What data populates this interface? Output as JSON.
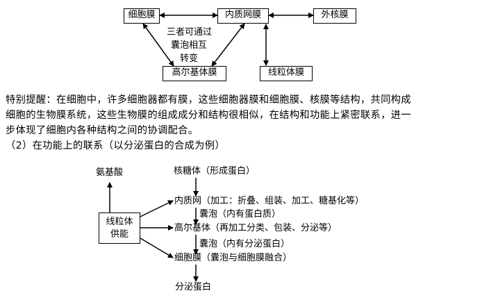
{
  "membrane_diagram": {
    "cell_membrane": "细胞膜",
    "er_membrane": "内质网膜",
    "outer_nuclear_membrane": "外核膜",
    "golgi_membrane": "高尔基体膜",
    "mito_membrane": "线粒体膜",
    "note_line1": "三者可通过",
    "note_line2": "囊泡相互",
    "note_line3": "转变"
  },
  "text": {
    "line1": "特别提醒：在细胞中，许多细胞器都有膜，这些细胞器膜和细胞膜、核膜等结构，共同构成",
    "line2": "细胞的生物膜系统，这些生物膜的组成成分和结构很相似，在结构和功能上紧密联系，进一",
    "line3": "步体现了细胞内各种结构之间的协调配合。",
    "line4": "（2）在功能上的联系（以分泌蛋白的合成为例）"
  },
  "flow_diagram": {
    "amino_acid": "氨基酸",
    "ribosome": "核糖体（形成蛋白）",
    "er": "内质网（加工：折叠、组装、加工、糖基化等）",
    "vesicle1": "囊泡（内有蛋白质）",
    "golgi": "高尔基体（再加工分类、包装、分泌等）",
    "vesicle2": "囊泡（内有分泌蛋白）",
    "cell_membrane": "细胞膜（囊泡与细胞膜融合）",
    "secretory_protein": "分泌蛋白",
    "mito_line1": "线粒体",
    "mito_line2": "供能"
  }
}
